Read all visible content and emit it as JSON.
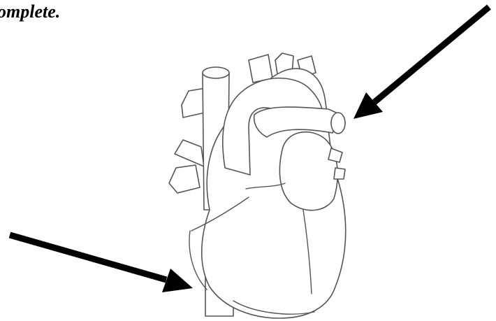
{
  "heading_text": "omplete.",
  "figure": {
    "subject": "heart-outline-drawing",
    "arrows": [
      {
        "name": "arrow-upper-right",
        "points_to": "aortic-arch-vessel-opening"
      },
      {
        "name": "arrow-lower-left",
        "points_to": "inferior-vena-cava"
      }
    ]
  },
  "colors": {
    "outline": "#555555",
    "arrow": "#000000",
    "background": "#ffffff"
  }
}
